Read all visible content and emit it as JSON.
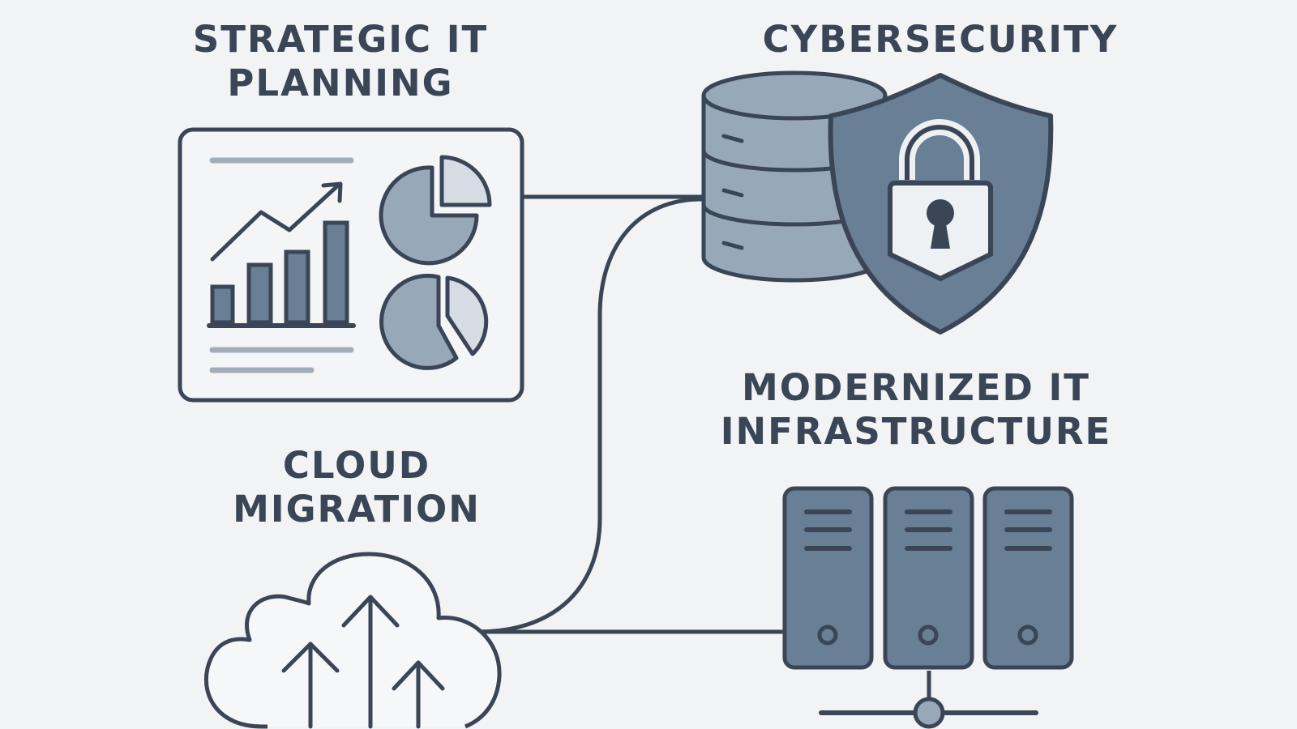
{
  "labels": {
    "strategic": [
      "STRATEGIC IT",
      "PLANNING"
    ],
    "cybersecurity": [
      "CYBERSECURITY"
    ],
    "modernized": [
      "MODERNIZED IT",
      "INFRASTRUCTURE"
    ],
    "cloud": [
      "CLOUD",
      "MIGRATION"
    ]
  },
  "colors": {
    "background": "#f1f3f5",
    "stroke": "#3a4556",
    "fill_light": "#97a8b8",
    "fill_dark": "#687f96",
    "text": "#3a4556"
  },
  "icons": {
    "strategic": "dashboard-charts-icon",
    "cybersecurity": "database-shield-lock-icon",
    "modernized": "server-rack-network-icon",
    "cloud": "cloud-upload-icon"
  }
}
